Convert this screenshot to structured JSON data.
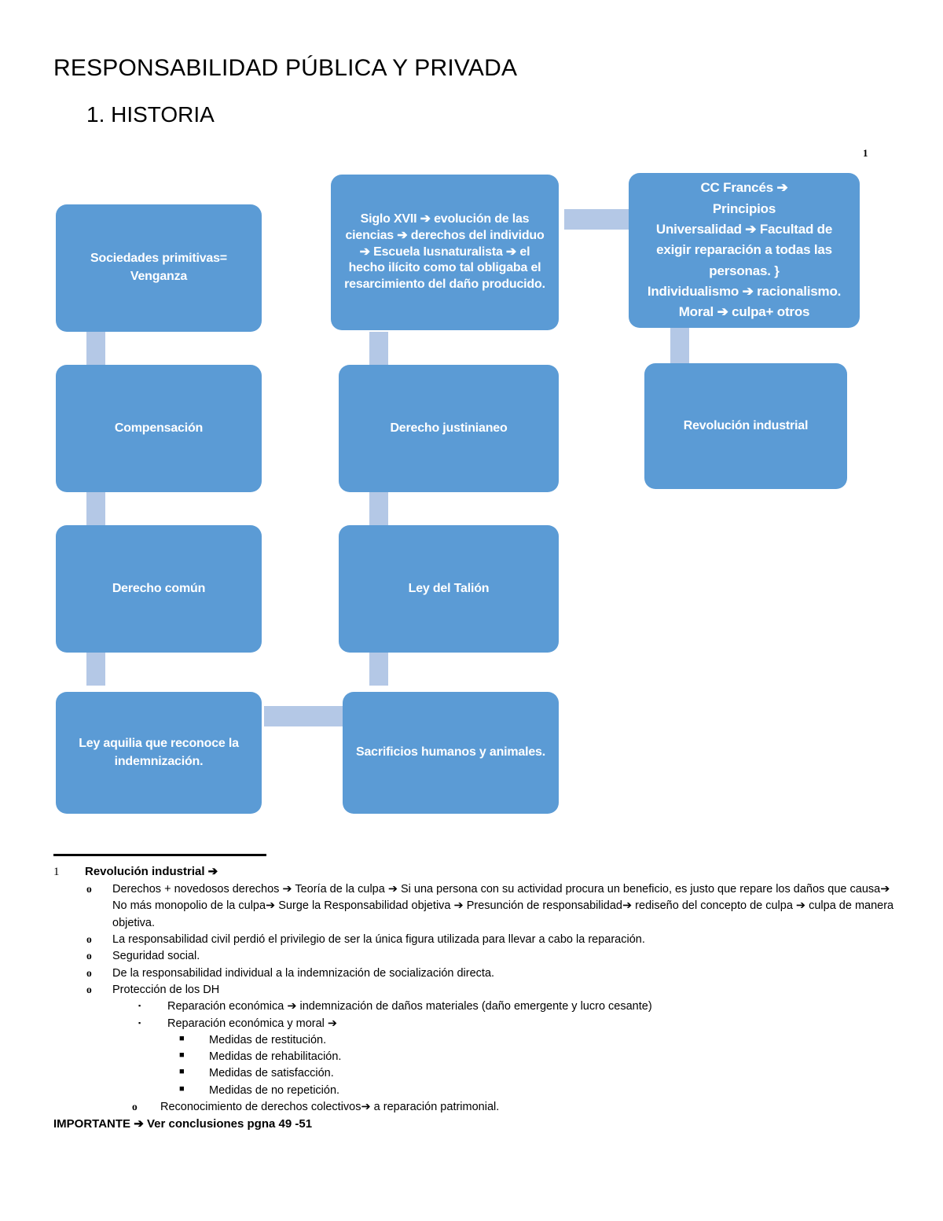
{
  "document": {
    "title": "RESPONSABILIDAD PÚBLICA Y PRIVADA",
    "section_heading": "1. HISTORIA",
    "footnote_marker": "1",
    "important_note": "IMPORTANTE ➔ Ver conclusiones pgna 49 -51"
  },
  "diagram": {
    "accent_color": "#5B9BD5",
    "connector_color": "#B4C8E6",
    "nodes": [
      {
        "id": "sociedades-primitivas",
        "text": "Sociedades primitivas= Venganza"
      },
      {
        "id": "siglo-xvii",
        "text": "Siglo XVII ➔ evolución de las ciencias ➔ derechos del individuo ➔ Escuela Iusnaturalista ➔ el hecho ilícito como tal obligaba el resarcimiento del daño producido."
      },
      {
        "id": "cc-frances",
        "text": "CC Francés ➔\nPrincipios\nUniversalidad ➔ Facultad de exigir reparación a todas las personas. }\nIndividualismo ➔ racionalismo.\nMoral ➔ culpa+ otros"
      },
      {
        "id": "compensacion",
        "text": "Compensación"
      },
      {
        "id": "derecho-justinianeo",
        "text": "Derecho justinianeo"
      },
      {
        "id": "revolucion-industrial",
        "text": "Revolución industrial"
      },
      {
        "id": "derecho-comun",
        "text": "Derecho común"
      },
      {
        "id": "ley-del-talion",
        "text": "Ley del Talión"
      },
      {
        "id": "ley-aquilia",
        "text": "Ley aquilia que reconoce la indemnización."
      },
      {
        "id": "sacrificios-humanos",
        "text": "Sacrificios humanos y animales."
      }
    ]
  },
  "footnote": {
    "number": "1",
    "heading": "Revolución industrial ➔",
    "items": [
      {
        "level": 1,
        "bullet": "o",
        "text": "Derechos + novedosos derechos ➔ Teoría de la culpa ➔ Si una persona con su actividad procura un beneficio, es justo que repare los daños que causa➔ No más monopolio de la culpa➔ Surge la Responsabilidad objetiva ➔ Presunción de responsabilidad➔ rediseño del concepto de culpa ➔ culpa de manera objetiva."
      },
      {
        "level": 1,
        "bullet": "o",
        "text": "La responsabilidad civil perdió el privilegio de ser la única figura utilizada para llevar a cabo la reparación."
      },
      {
        "level": 1,
        "bullet": "o",
        "text": "Seguridad social."
      },
      {
        "level": 1,
        "bullet": "o",
        "text": "De la responsabilidad individual a la indemnización de socialización directa."
      },
      {
        "level": 1,
        "bullet": "o",
        "text": "Protección de los DH"
      },
      {
        "level": 2,
        "bullet": "▪",
        "text": "Reparación económica ➔ indemnización de daños materiales (daño emergente y lucro cesante)"
      },
      {
        "level": 2,
        "bullet": "▪",
        "text": "Reparación económica y moral ➔"
      },
      {
        "level": 3,
        "bullet": "■",
        "text": "Medidas de restitución."
      },
      {
        "level": 3,
        "bullet": "■",
        "text": "Medidas de rehabilitación."
      },
      {
        "level": 3,
        "bullet": "■",
        "text": "Medidas de satisfacción."
      },
      {
        "level": 3,
        "bullet": "■",
        "text": "Medidas de no repetición."
      },
      {
        "level": 1.5,
        "bullet": "o",
        "text": "Reconocimiento de derechos colectivos➔ a reparación patrimonial."
      }
    ]
  }
}
